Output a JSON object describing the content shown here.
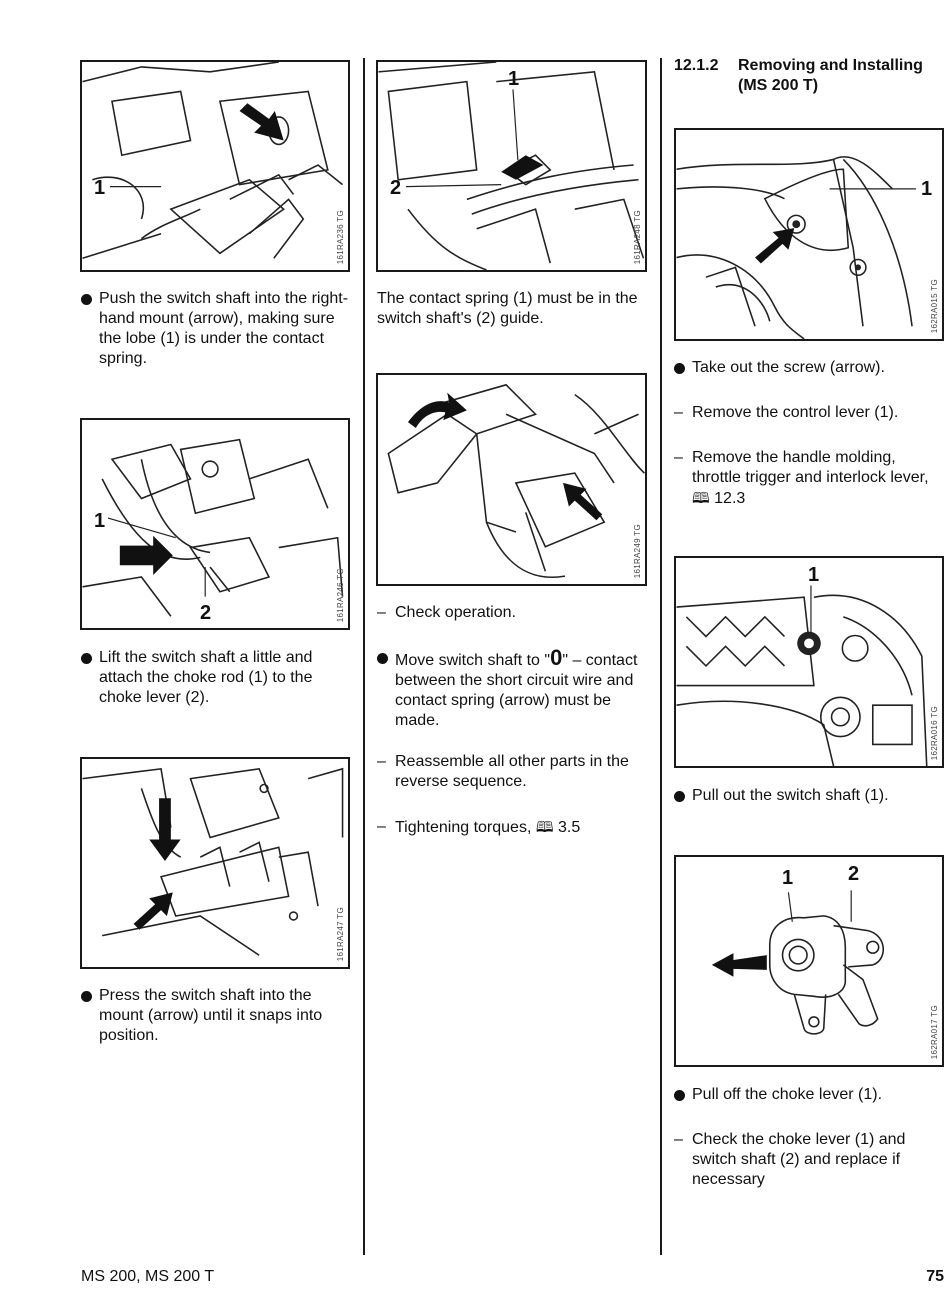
{
  "col1": {
    "fig1": {
      "code": "161RA236 TG",
      "callouts": [
        "1"
      ]
    },
    "p1": {
      "marker": "●",
      "text": "Push the switch shaft into the right-hand mount (arrow), making sure the lobe (1) is under the contact spring."
    },
    "fig2": {
      "code": "161RA246 TG",
      "callouts": [
        "1",
        "2"
      ]
    },
    "p2": {
      "marker": "●",
      "text": "Lift the switch shaft a little and attach the choke rod (1) to the choke lever (2)."
    },
    "fig3": {
      "code": "161RA247 TG"
    },
    "p3": {
      "marker": "●",
      "text": "Press the switch shaft into the mount (arrow) until it snaps into position."
    }
  },
  "col2": {
    "fig1": {
      "code": "161RA248 TG",
      "callouts": [
        "1",
        "2"
      ]
    },
    "p1": {
      "text": "The contact spring (1) must be in the switch shaft's (2) guide."
    },
    "fig2": {
      "code": "161RA249 TG"
    },
    "p2": {
      "marker": "–",
      "text": "Check operation."
    },
    "p3": {
      "marker": "●",
      "pre": "Move switch shaft to \"",
      "zero": "0",
      "post": "\" – contact between the short circuit wire and contact spring (arrow) must be made."
    },
    "p4": {
      "marker": "–",
      "text": "Reassemble all other parts in the reverse sequence."
    },
    "p5": {
      "marker": "–",
      "text": "Tightening torques,",
      "ref": "3.5",
      "book": "🕮"
    }
  },
  "col3": {
    "heading": {
      "number": "12.1.2",
      "text": "Removing and Installing (MS 200 T)"
    },
    "fig1": {
      "code": "162RA015 TG",
      "callouts": [
        "1"
      ]
    },
    "p1": {
      "marker": "●",
      "text": "Take out the screw (arrow)."
    },
    "p2": {
      "marker": "–",
      "text": "Remove the control lever (1)."
    },
    "p3": {
      "marker": "–",
      "text": "Remove the handle molding, throttle trigger and interlock lever,",
      "ref": "12.3",
      "book": "🕮"
    },
    "fig2": {
      "code": "162RA016 TG",
      "callouts": [
        "1"
      ]
    },
    "p4": {
      "marker": "●",
      "text": "Pull out the switch shaft (1)."
    },
    "fig3": {
      "code": "162RA017 TG",
      "callouts": [
        "1",
        "2"
      ]
    },
    "p5": {
      "marker": "●",
      "text": "Pull off the choke lever (1)."
    },
    "p6": {
      "marker": "–",
      "text": "Check the choke lever (1) and switch shaft (2) and replace if necessary"
    }
  },
  "footer": {
    "model": "MS 200, MS 200 T",
    "page": "75"
  }
}
